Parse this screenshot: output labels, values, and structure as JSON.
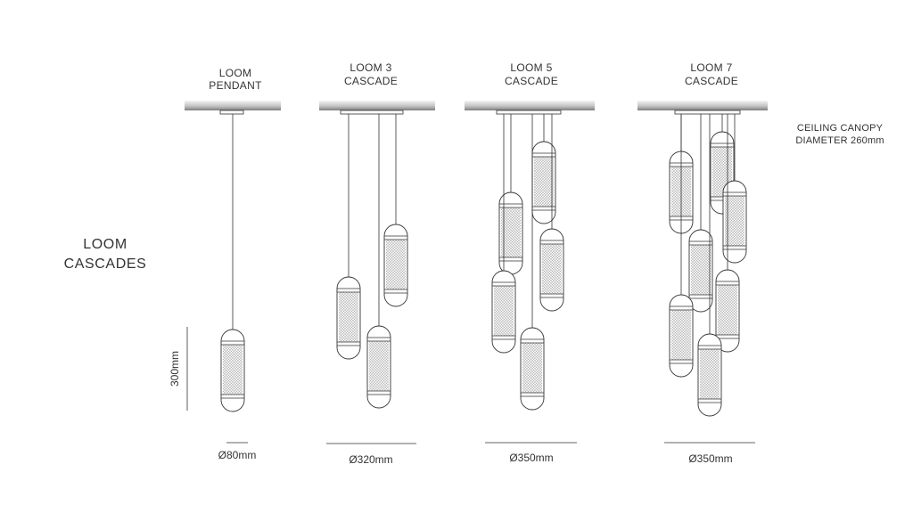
{
  "title": {
    "line1": "LOOM",
    "line2": "CASCADES"
  },
  "canopy_note": {
    "line1": "CEILING CANOPY",
    "line2": "DIAMETER 260mm"
  },
  "height_dimension": "300mm",
  "colors": {
    "line": "#333333",
    "ceiling_light": "#f2f2f2",
    "ceiling_dark": "#8a8a8a"
  },
  "variants": [
    {
      "id": "pendant",
      "name_line1": "LOOM",
      "name_line2": "PENDANT",
      "diameter": "Ø80mm",
      "pendant_count": 1
    },
    {
      "id": "cascade-3",
      "name_line1": "LOOM 3",
      "name_line2": "CASCADE",
      "diameter": "Ø320mm",
      "pendant_count": 3
    },
    {
      "id": "cascade-5",
      "name_line1": "LOOM 5",
      "name_line2": "CASCADE",
      "diameter": "Ø350mm",
      "pendant_count": 5
    },
    {
      "id": "cascade-7",
      "name_line1": "LOOM 7",
      "name_line2": "CASCADE",
      "diameter": "Ø350mm",
      "pendant_count": 7
    }
  ]
}
